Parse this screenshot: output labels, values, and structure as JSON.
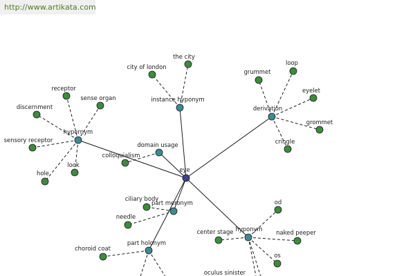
{
  "watermark": {
    "url": "http://www.artikata.com"
  },
  "colors": {
    "root": "#3f3f8f",
    "relation": "#3f8a91",
    "word": "#3f8a3f",
    "edge": "#1a1a1a",
    "banner_bg": "#f0f0f0",
    "banner_text": "#4e7a2a"
  },
  "graph": {
    "root": "eye",
    "relations": [
      "hypernym",
      "instance hyponym",
      "derivation",
      "domain usage",
      "part meronym",
      "part holonym",
      "hyponym"
    ],
    "words": {
      "hypernym": [
        "receptor",
        "sense organ",
        "discernment",
        "sensory receptor",
        "hole",
        "look"
      ],
      "instance hyponym": [
        "city of london",
        "the city"
      ],
      "derivation": [
        "grummet",
        "loop",
        "eyelet",
        "grommet",
        "cringle"
      ],
      "domain usage": [
        "colloquialism"
      ],
      "part meronym": [
        "ciliary body",
        "needle"
      ],
      "part holonym": [
        "choroid coat"
      ],
      "hyponym": [
        "od",
        "center stage",
        "naked peeper",
        "os",
        "oculus sinister"
      ]
    }
  }
}
